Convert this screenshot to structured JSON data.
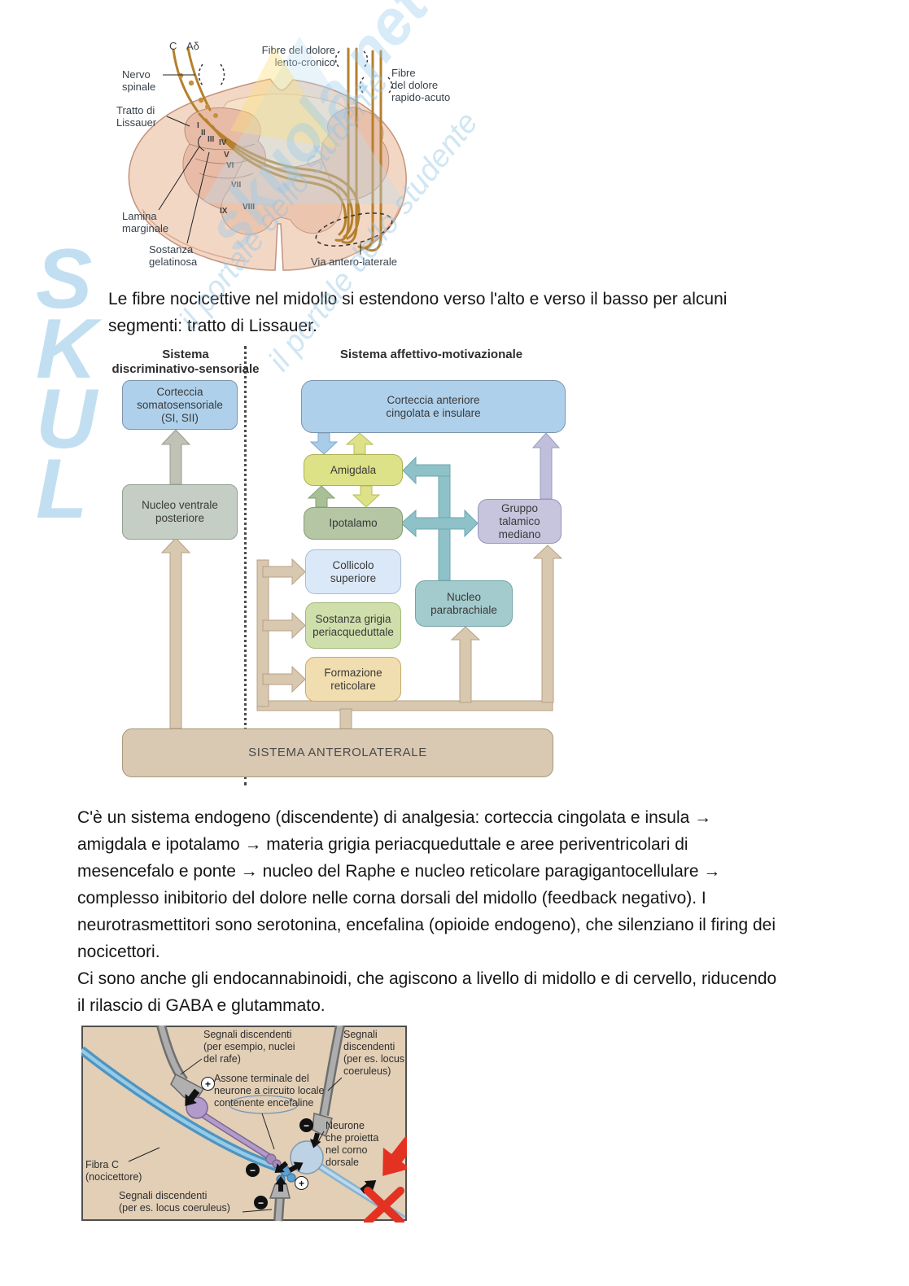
{
  "watermark": {
    "letters": "S\nK\nU\nL",
    "brand": "skuola.net",
    "phrase": "il portale dello studente",
    "color": "#90c4e5"
  },
  "para1": {
    "lines": [
      "Le fibre nocicettive nel midollo si estendono verso l'alto e verso il basso per alcuni",
      "segmenti: tratto di Lissauer."
    ]
  },
  "para2": {
    "lines": [
      "C'è un sistema endogeno (discendente) di analgesia: corteccia cingolata e insula →",
      "amigdala e ipotalamo → materia grigia periacqueduttale e aree periventricolari di",
      "mesencefalo e ponte → nucleo del Raphe e nucleo reticolare paragigantocellulare →",
      "complesso inibitorio del dolore nelle corna dorsali del midollo (feedback negativo). I",
      "neurotrasmettitori sono serotonina, encefalina (opioide endogeno), che silenziano il firing dei",
      "nocicettori.",
      "Ci sono anche gli endocannabinoidi, che agiscono a livello di midollo e di cervello, riducendo",
      "il rilascio di GABA e glutammato."
    ]
  },
  "spinal": {
    "fiber_c": "C",
    "fiber_adelta": "Aδ",
    "nervo_spinale": "Nervo\nspinale",
    "tratto_lissauer": "Tratto di\nLissauer",
    "lamina_marginale": "Lamina\nmarginale",
    "sostanza_gelatinosa": "Sostanza\ngelatinosa",
    "fibre_lento": "Fibre del dolore\nlento-cronico",
    "fibre_rapido": "Fibre\ndel dolore\nrapido-acuto",
    "via_anterolaterale": "Via antero-laterale",
    "laminae": [
      "I",
      "II",
      "III",
      "IV",
      "V",
      "VI",
      "VII",
      "VIII",
      "IX"
    ]
  },
  "flow": {
    "header_left": "Sistema\ndiscriminativo-sensoriale",
    "header_right": "Sistema affettivo-motivazionale",
    "boxes": {
      "cort_som": "Corteccia\nsomatosensoriale\n(SI, SII)",
      "nucleo_ventrale": "Nucleo ventrale\nposteriore",
      "cort_ant": "Corteccia anteriore\ncingolata e insulare",
      "amigdala": "Amigdala",
      "ipotalamo": "Ipotalamo",
      "gruppo_talamico": "Gruppo\ntalamico\nmediano",
      "collicolo": "Collicolo\nsuperiore",
      "sostanza_grigia": "Sostanza grigia\nperiacqueduttale",
      "formazione": "Formazione\nreticolare",
      "parabrachiale": "Nucleo\nparabrachiale",
      "bar": "SISTEMA ANTEROLATERALE"
    }
  },
  "neuron": {
    "rafe": "Segnali discendenti\n(per esempio, nuclei\ndel rafe)",
    "locus_top": "Segnali\ndiscendenti\n(per es. locus\ncoeruleus)",
    "assone": "Assone terminale del\nneurone a circuito locale\ncontenente encefaline",
    "proietta": "Neurone\nche proietta\nnel corno\ndorsale",
    "fibra_c": "Fibra C\n(nocicettore)",
    "locus_bottom": "Segnali discendenti\n(per es. locus coeruleus)",
    "plus": "+",
    "minus": "−"
  },
  "colors": {
    "box_blue": "#aed0eb",
    "box_pale_blue": "#dbe8f7",
    "box_yellow": "#dde187",
    "box_green": "#b4c6a3",
    "box_pale_green": "#cedfab",
    "box_lavender": "#c6c5dd",
    "box_teal": "#a3cacc",
    "box_tan": "#f1deb0",
    "box_gray_green": "#c4cec4",
    "bar_tan": "#d9c9b2",
    "arrow_teal": "#8fc2c8",
    "fiber_orange": "#b5812e",
    "cord_body": "#f3d7c5",
    "neuron_bg": "#e2cfb6",
    "red": "#e33122"
  }
}
